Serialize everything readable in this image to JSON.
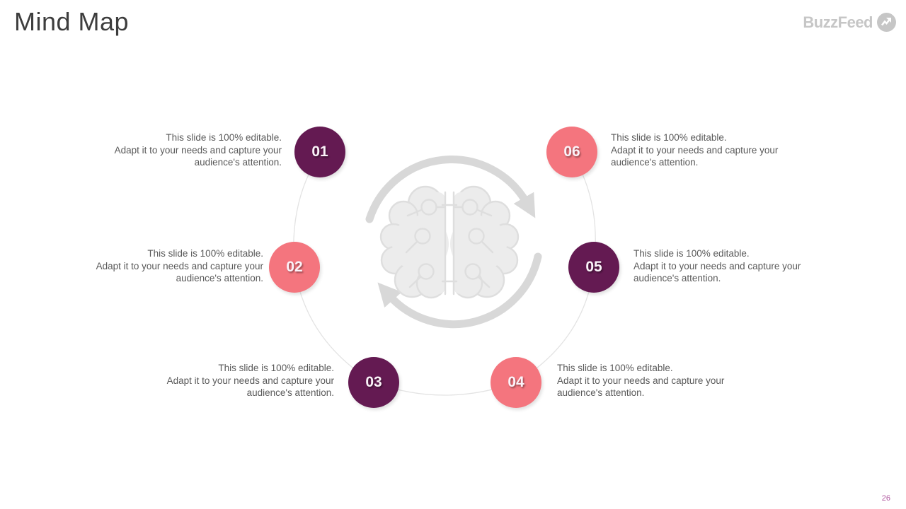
{
  "slide": {
    "title": "Mind Map",
    "page_number": "26"
  },
  "logo": {
    "text": "BuzzFeed",
    "icon": "trending-up-arrow-icon",
    "color": "#c6c6c6"
  },
  "diagram": {
    "center_icon": "brain-with-cycle-arrows",
    "accent_colors": {
      "purple": "#641a52",
      "coral": "#f4757e"
    },
    "nodes": [
      {
        "number": "01",
        "color": "#641a52",
        "text_line1": "This slide is 100% editable.",
        "text_line2": "Adapt it to your needs and capture your audience's attention."
      },
      {
        "number": "02",
        "color": "#f4757e",
        "text_line1": "This slide is 100% editable.",
        "text_line2": "Adapt it to your needs and capture your audience's attention."
      },
      {
        "number": "03",
        "color": "#641a52",
        "text_line1": "This slide is 100% editable.",
        "text_line2": "Adapt it to your needs and capture your audience's attention."
      },
      {
        "number": "04",
        "color": "#f4757e",
        "text_line1": "This slide is 100% editable.",
        "text_line2": "Adapt it to your needs and capture your audience's attention."
      },
      {
        "number": "05",
        "color": "#641a52",
        "text_line1": "This slide is 100% editable.",
        "text_line2": "Adapt it to your needs and capture your audience's attention."
      },
      {
        "number": "06",
        "color": "#f4757e",
        "text_line1": "This slide is 100% editable.",
        "text_line2": "Adapt it to your needs and capture your audience's attention."
      }
    ]
  }
}
